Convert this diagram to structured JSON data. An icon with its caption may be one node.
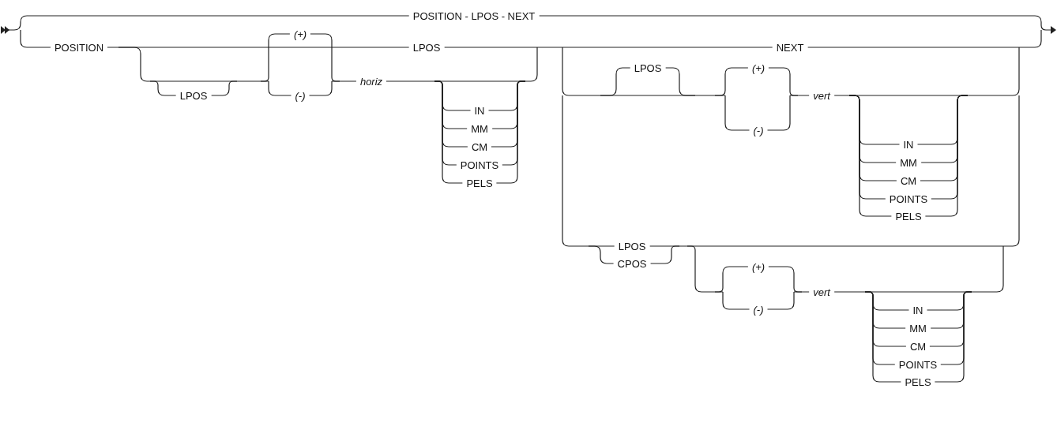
{
  "diagram": {
    "labels": [
      "POSITION - LPOS - NEXT",
      "(+)",
      "POSITION",
      "LPOS",
      "NEXT",
      "LPOS",
      "(+)",
      "horiz",
      "LPOS",
      "(-)",
      "vert",
      "IN",
      "MM",
      "(-)",
      "IN",
      "CM",
      "MM",
      "POINTS",
      "CM",
      "PELS",
      "POINTS",
      "PELS",
      "LPOS",
      "CPOS",
      "(+)",
      "vert",
      "(-)",
      "IN",
      "MM",
      "CM",
      "POINTS",
      "PELS"
    ]
  }
}
